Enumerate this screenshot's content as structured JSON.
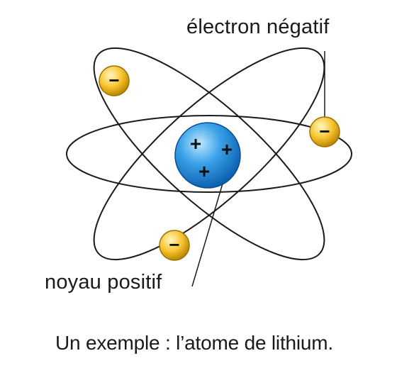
{
  "labels": {
    "electron": "électron négatif",
    "nucleus": "noyau positif",
    "caption": "Un exemple : l’atome de lithium."
  },
  "symbols": {
    "proton": "+",
    "electron": "−"
  },
  "counts": {
    "protons": 3,
    "electrons": 3
  },
  "colors": {
    "orbit": "#1a1a1a",
    "nucleus_light": "#bfe7ff",
    "nucleus_mid": "#3aa2e8",
    "nucleus_dark": "#0c5fb0",
    "electron_light": "#fff6c2",
    "electron_mid": "#f7c531",
    "electron_dark": "#b98400"
  }
}
